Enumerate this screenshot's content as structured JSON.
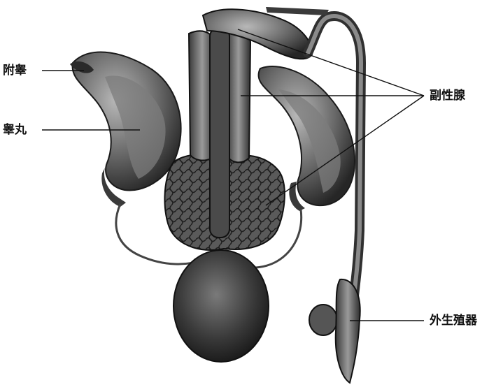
{
  "diagram": {
    "labels": [
      {
        "id": "epididymis",
        "text": "附睾"
      },
      {
        "id": "testis",
        "text": "睾丸"
      },
      {
        "id": "accessory-glands",
        "text": "副性腺"
      },
      {
        "id": "external-genitalia",
        "text": "外生殖器"
      }
    ]
  },
  "colors": {
    "background": "#ffffff",
    "organ_dark": "#2f2f2f",
    "organ_mid": "#6a6a6a",
    "organ_light": "#a8a8a8",
    "leader_line": "#111111"
  }
}
